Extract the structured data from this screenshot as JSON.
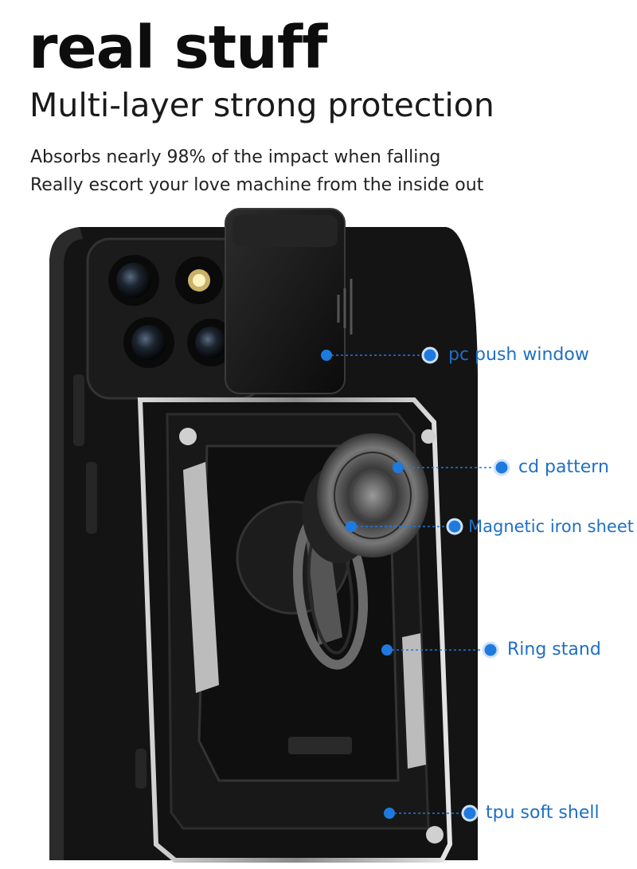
{
  "header": {
    "title": "real stuff",
    "subtitle": "Multi-layer strong protection",
    "description": [
      "Absorbs nearly 98% of the impact when falling",
      "Really escort your love machine from the inside out"
    ]
  },
  "callouts": [
    {
      "label": "pc push window"
    },
    {
      "label": "cd pattern"
    },
    {
      "label": "Magnetic iron sheet"
    },
    {
      "label": "Ring stand"
    },
    {
      "label": "tpu soft shell"
    }
  ],
  "colors": {
    "accent": "#1f7ae0",
    "case": "#151515",
    "text": "#111111"
  }
}
